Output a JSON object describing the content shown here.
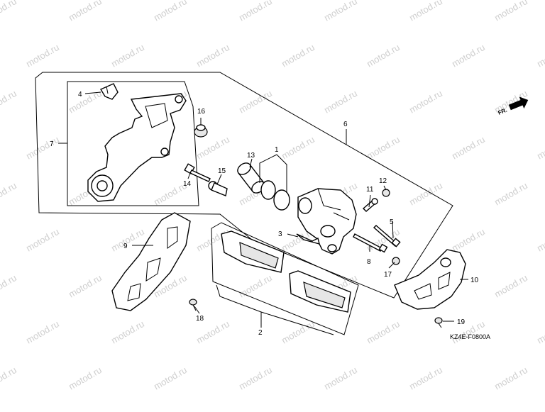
{
  "watermark": {
    "text": "motod.ru",
    "color": "#cfcfcf"
  },
  "diagram_code": "KZ4E-F0800A",
  "front_arrow": {
    "label": "FR.",
    "icon": "arrow-right-icon"
  },
  "callouts": {
    "p1": "1",
    "p2": "2",
    "p3": "3",
    "p4": "4",
    "p5": "5",
    "p6": "6",
    "p7": "7",
    "p8": "8",
    "p9": "9",
    "p10": "10",
    "p11": "11",
    "p12": "12",
    "p13": "13",
    "p14": "14",
    "p15": "15",
    "p16": "16",
    "p17": "17",
    "p18": "18",
    "p19": "19"
  }
}
